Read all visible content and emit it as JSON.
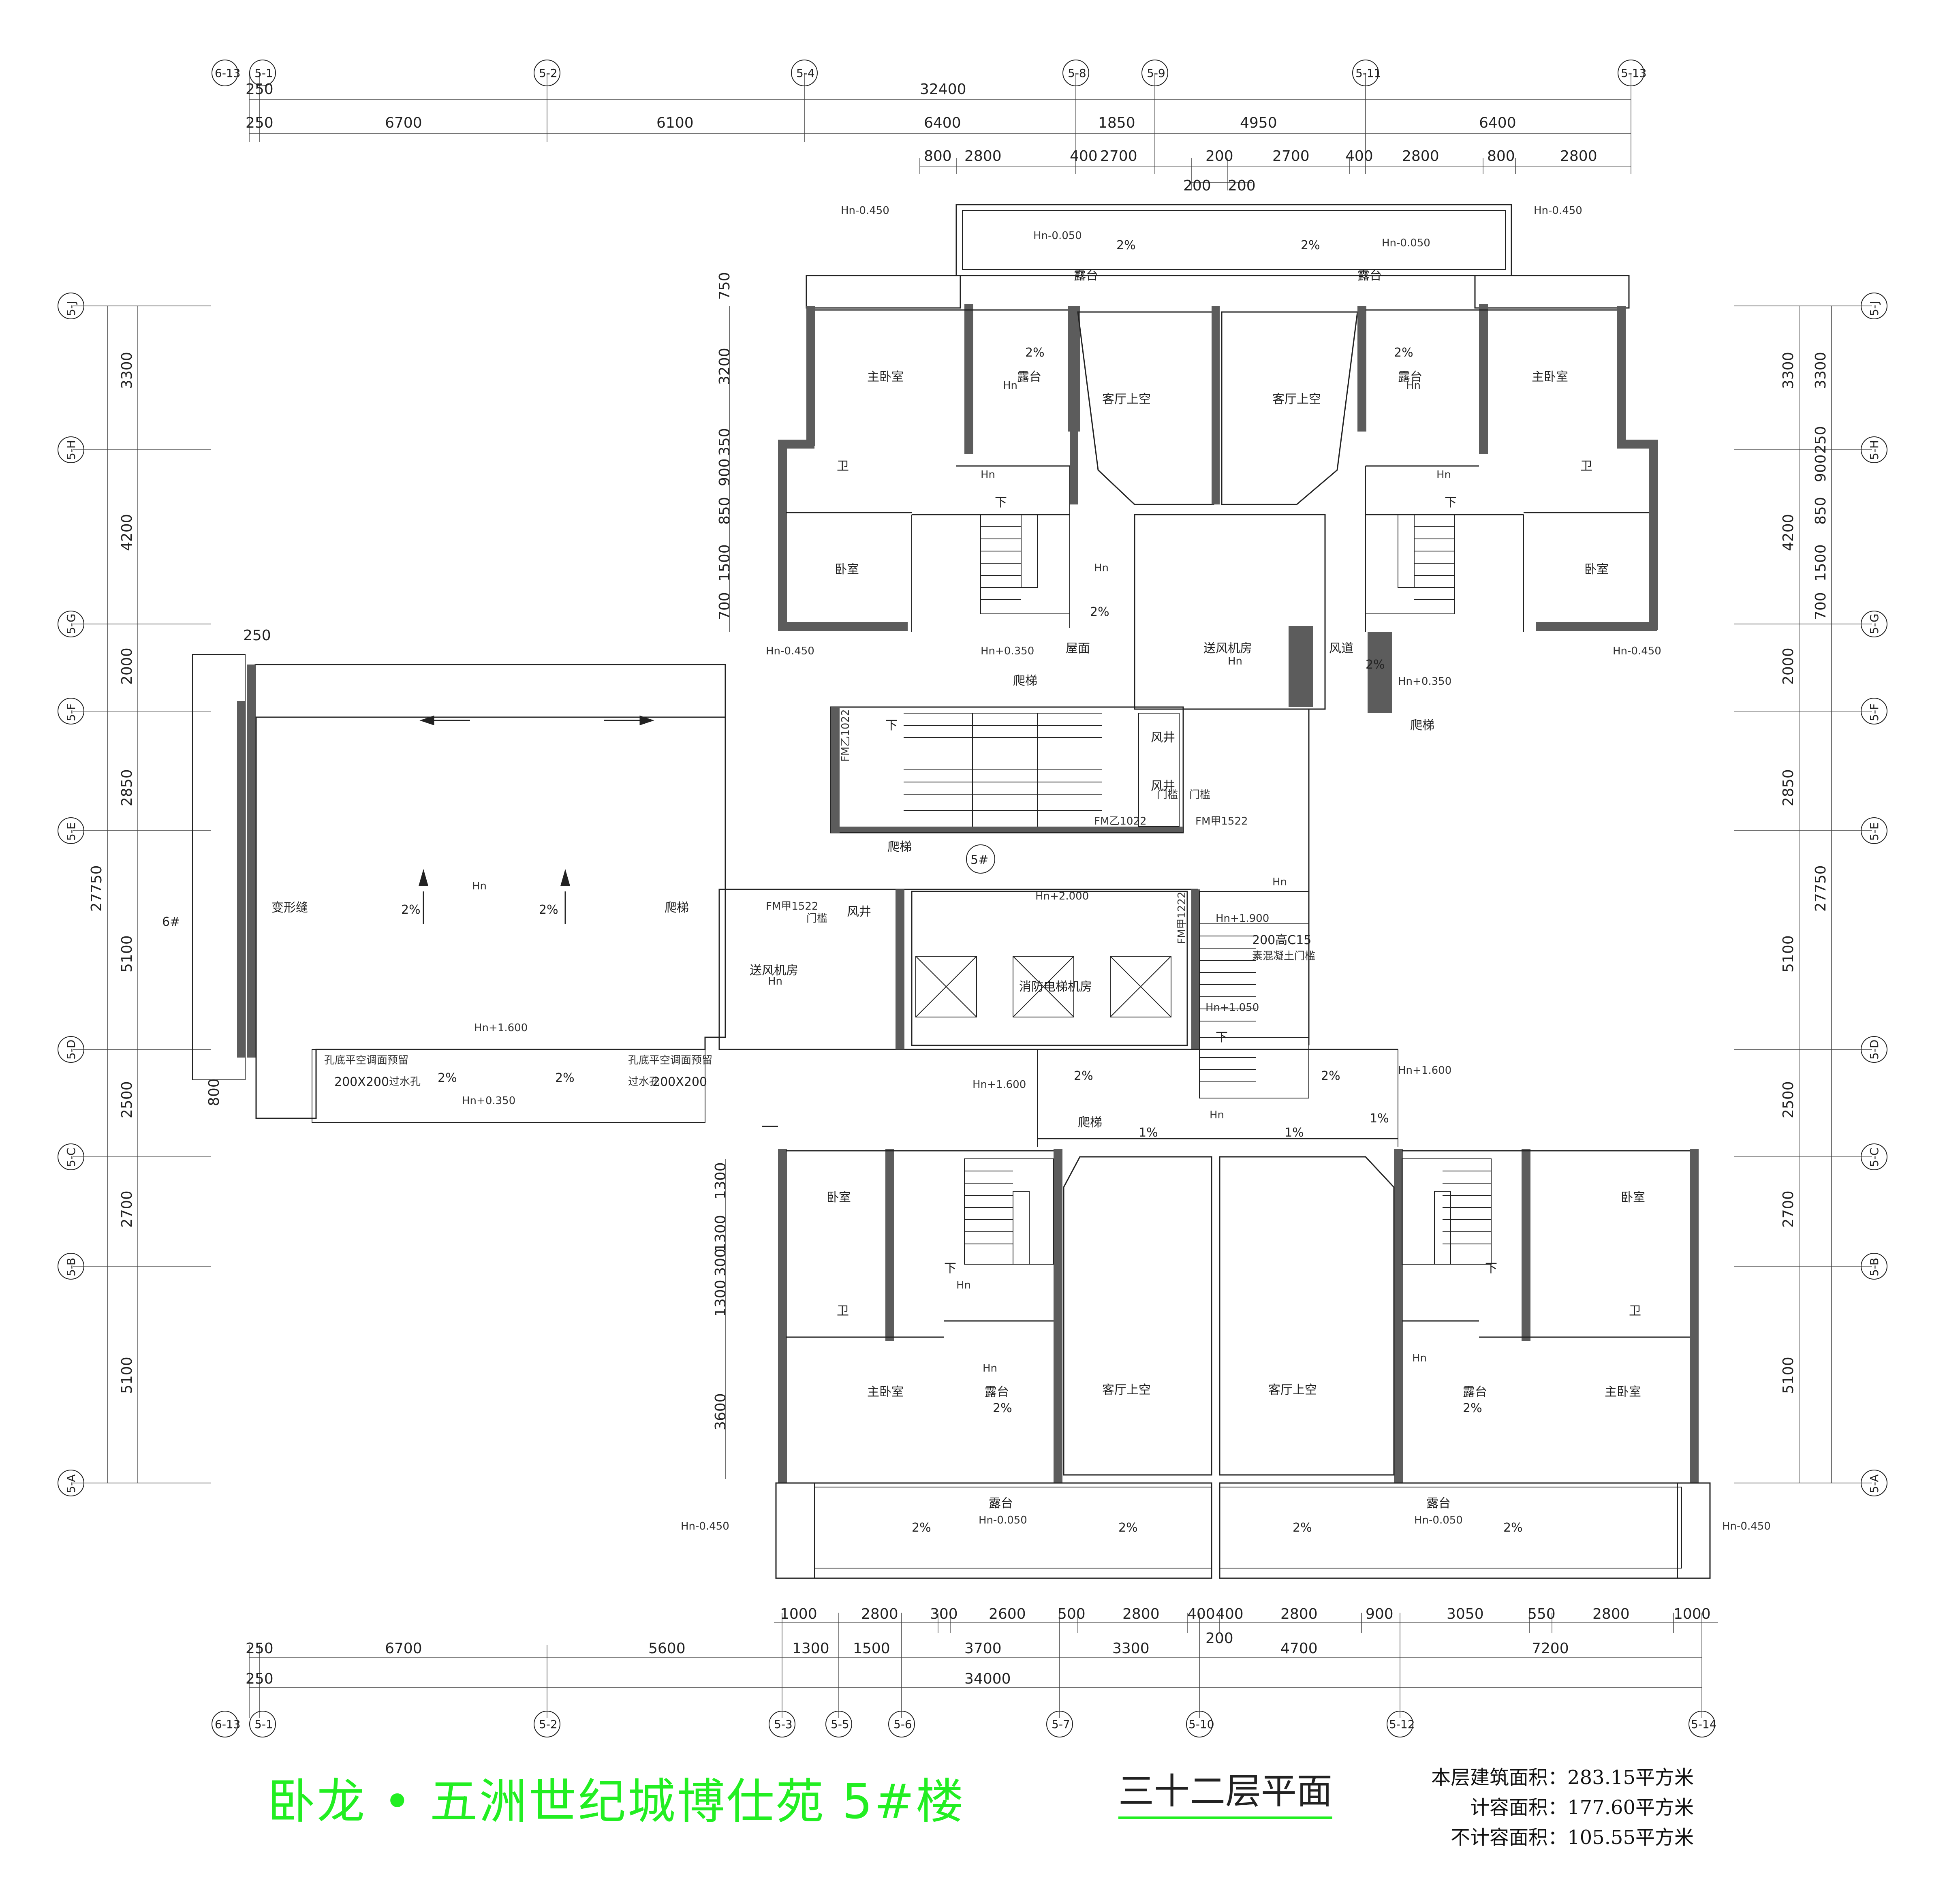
{
  "top_dims": {
    "total": "32400",
    "edge_a": "250",
    "edge_b": "250",
    "spans": [
      "6700",
      "6100",
      "6400",
      "1850",
      "4950",
      "6400"
    ],
    "sub": [
      "800",
      "2800",
      "400",
      "2700",
      "200",
      "2700",
      "400",
      "2800",
      "800",
      "2800"
    ],
    "mid_a": "200",
    "mid_b": "200"
  },
  "bottom_dims": {
    "total": "34000",
    "edge_a": "250",
    "edge_b": "250",
    "spans": [
      "6700",
      "5600",
      "1300",
      "1500",
      "3700",
      "3300",
      "4700",
      "7200"
    ],
    "sub": [
      "1000",
      "2800",
      "300",
      "2600",
      "500",
      "2800",
      "400",
      "400",
      "2800",
      "900",
      "3050",
      "550",
      "2800",
      "1000"
    ],
    "mid": "200"
  },
  "left_dims": {
    "total": "27750",
    "spans": [
      "3300",
      "4200",
      "2000",
      "2850",
      "5100",
      "2500",
      "2700",
      "5100"
    ],
    "inner_top": [
      "750",
      "3200",
      "350",
      "900",
      "850",
      "1500",
      "700"
    ],
    "inner_bottom": [
      "1300",
      "1300",
      "300",
      "1300",
      "3600"
    ],
    "stub": "250",
    "stub2": "800"
  },
  "right_dims": {
    "total": "27750",
    "spans": [
      "3300",
      "4200",
      "2000",
      "2850",
      "5100",
      "2500",
      "2700",
      "5100"
    ],
    "inner": [
      "3300",
      "900",
      "250",
      "850",
      "1500",
      "700"
    ]
  },
  "grid_top": [
    "6-13",
    "5-1",
    "5-2",
    "5-4",
    "5-8",
    "5-9",
    "5-11",
    "5-13"
  ],
  "grid_bottom": [
    "6-13",
    "5-1",
    "5-2",
    "5-3",
    "5-5",
    "5-6",
    "5-7",
    "5-10",
    "5-12",
    "5-14"
  ],
  "grid_rows": [
    "5-J",
    "5-H",
    "5-G",
    "5-F",
    "5-E",
    "5-D",
    "5-C",
    "5-B",
    "5-A"
  ],
  "rooms": {
    "master_bedroom": "主卧室",
    "bedroom": "卧室",
    "terrace": "露台",
    "living_void": "客厅上空",
    "bath": "卫",
    "roof": "屋面",
    "air_supply_room": "送风机房",
    "air_shaft": "风井",
    "wind_duct": "风道",
    "fire_lift_room": "消防电梯机房",
    "deformation_joint": "变形缝",
    "ladder": "爬梯",
    "down": "下",
    "door_sill": "门槛",
    "building_mark": "5#",
    "adjacent_building": "6#"
  },
  "tags": {
    "hn": "Hn",
    "hn_m0450": "Hn-0.450",
    "hn_m0050": "Hn-0.050",
    "hn_p0350": "Hn+0.350",
    "hn_p1600": "Hn+1.600",
    "hn_p1900": "Hn+1.900",
    "hn_p2000": "Hn+2.000",
    "hn_p1050": "Hn+1.050",
    "slope2": "2%",
    "slope1": "1%",
    "fm1022": "FM乙1022",
    "fm1522": "FM甲1522",
    "fm1222": "FM甲1222",
    "wall_c15": "200高C15",
    "wall_c15_note": "素混凝土门槛",
    "vent": "200X200",
    "vent_note": "孔底平空调面预留",
    "vent_tag": "过水孔"
  },
  "title": {
    "project": "卧龙 • 五洲世纪城博仕苑 5#楼",
    "drawing": "三十二层平面"
  },
  "areas": {
    "total": "本层建筑面积：283.15平方米",
    "counted": "计容面积：177.60平方米",
    "not_counted": "不计容面积：105.55平方米"
  }
}
